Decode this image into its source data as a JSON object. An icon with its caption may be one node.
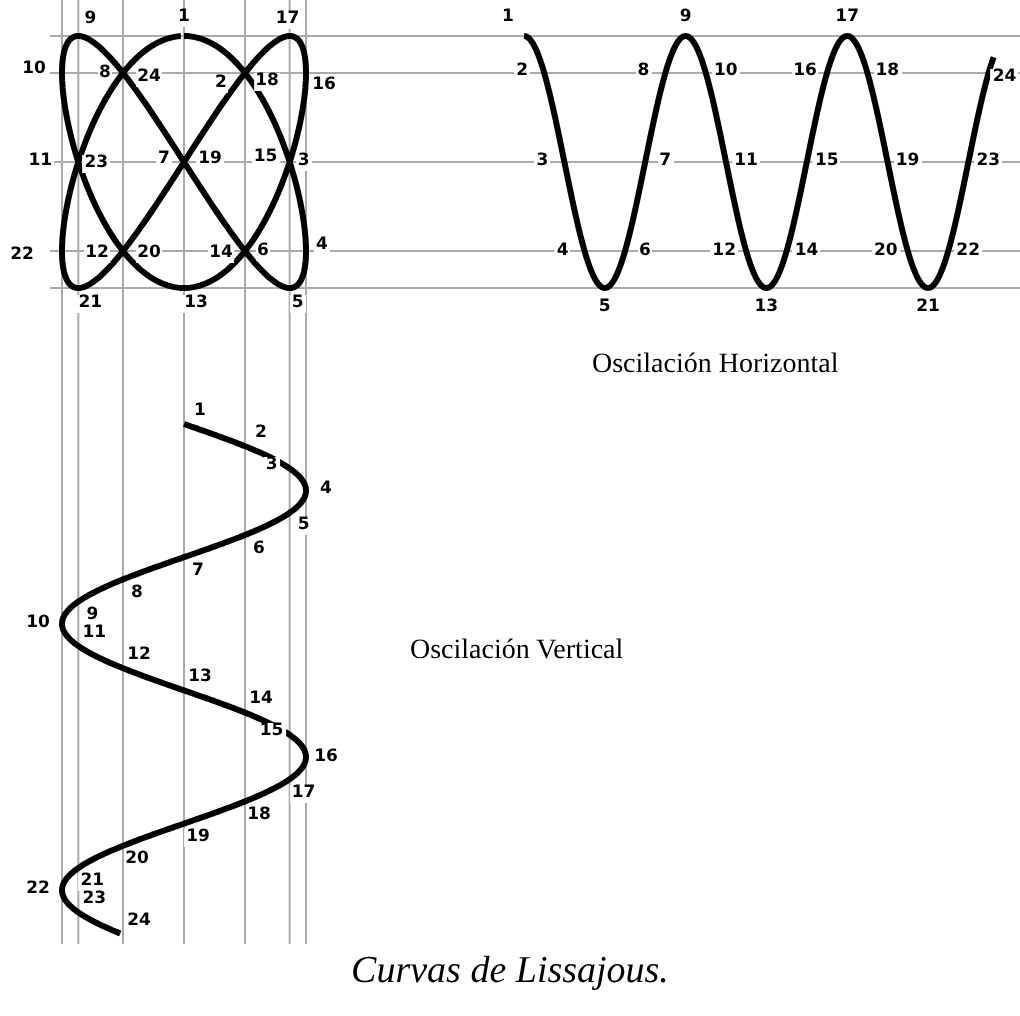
{
  "diagram": {
    "caption": "Curvas de Lissajous.",
    "labels": [
      "1",
      "2",
      "3",
      "4",
      "5",
      "6",
      "7",
      "8",
      "9",
      "10",
      "11",
      "12",
      "13",
      "14",
      "15",
      "16",
      "17",
      "18",
      "19",
      "20",
      "21",
      "22",
      "23",
      "24",
      "1",
      "2",
      "3",
      "4",
      "5",
      "6",
      "7",
      "8",
      "9",
      "10",
      "11",
      "12",
      "13",
      "14",
      "15",
      "16",
      "17",
      "18",
      "19",
      "20",
      "21",
      "22",
      "23",
      "24",
      "Oscilación Horizontal",
      "1",
      "2",
      "3",
      "4",
      "5",
      "6",
      "7",
      "8",
      "9",
      "10",
      "11",
      "12",
      "13",
      "14",
      "15",
      "16",
      "17",
      "18",
      "19",
      "20",
      "21",
      "22",
      "23",
      "24",
      "Oscilación Vertical"
    ]
  }
}
